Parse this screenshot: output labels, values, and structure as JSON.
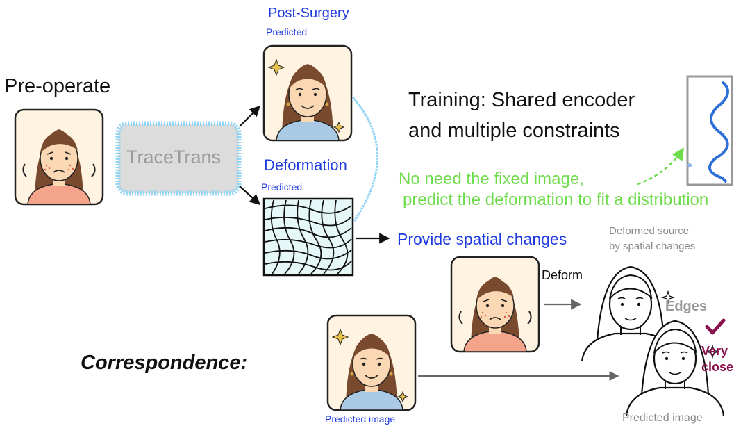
{
  "labels": {
    "pre_operate": "Pre-operate",
    "post_surgery": "Post-Surgery",
    "predicted_top": "Predicted",
    "tracetrans": "TraceTrans",
    "deformation": "Deformation",
    "predicted_mid": "Predicted",
    "training_line1": "Training: Shared encoder",
    "training_line2": "and multiple constraints",
    "no_need_line1": "No need the fixed image,",
    "no_need_line2": "predict the deformation to fit a distribution",
    "provide_spatial": "Provide spatial changes",
    "deformed_source_line1": "Deformed source",
    "deformed_source_line2": "by spatial changes",
    "deform": "Deform",
    "edges": "Edges",
    "very": "Very",
    "close": "close",
    "correspondence": "Correspondence:",
    "predicted_image_left": "Predicted image",
    "predicted_image_right": "Predicted image"
  },
  "colors": {
    "blue_text": "#1f3be0",
    "green_text": "#6edc4a",
    "gray_text": "#8a8a8a",
    "purple": "#8a0f4e",
    "light_blue": "#8fd3f5",
    "curve_blue": "#2f6fd8",
    "skin": "#fbd8b4",
    "hair": "#7a4a2e",
    "sad_shirt": "#f3a48a",
    "happy_shirt": "#a9c9e4",
    "grid_bg": "#e6f7f8"
  }
}
